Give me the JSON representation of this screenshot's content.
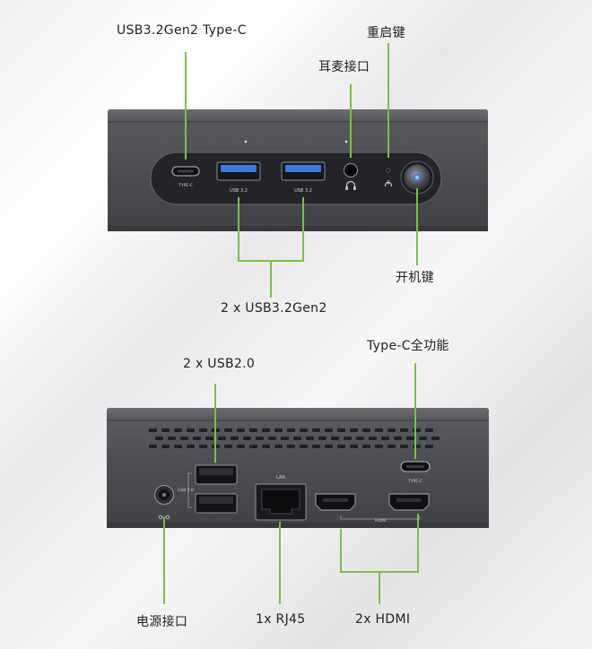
{
  "labels": {
    "usb_c_front": "USB3.2Gen2 Type-C",
    "reset_key": "重启键",
    "headset_jack": "耳麦接口",
    "power_key": "开机键",
    "usb32_pair": "2 x USB3.2Gen2",
    "type_c_full": "Type-C全功能",
    "usb20_pair": "2 x USB2.0",
    "power_input": "电源接口",
    "lan": "1x RJ45",
    "hdmi": "2x HDMI"
  },
  "port_prints": {
    "front_type_c": "TYPE-C",
    "usb32_a": "USB 3.2",
    "usb32_b": "USB 3.2",
    "usb20": "USB 2.0",
    "lan": "LAN",
    "hdmi": "HDMI",
    "rear_type_c": "TYPE-C"
  },
  "colors": {
    "leader_line": "#7ac143",
    "chassis": "#4b4d51",
    "usb32_blue": "#3d7bd8"
  },
  "icons": {
    "headset": "headset-icon",
    "reset": "reset-pinhole-icon",
    "power": "power-button-icon",
    "dc_in": "dc-power-icon"
  }
}
